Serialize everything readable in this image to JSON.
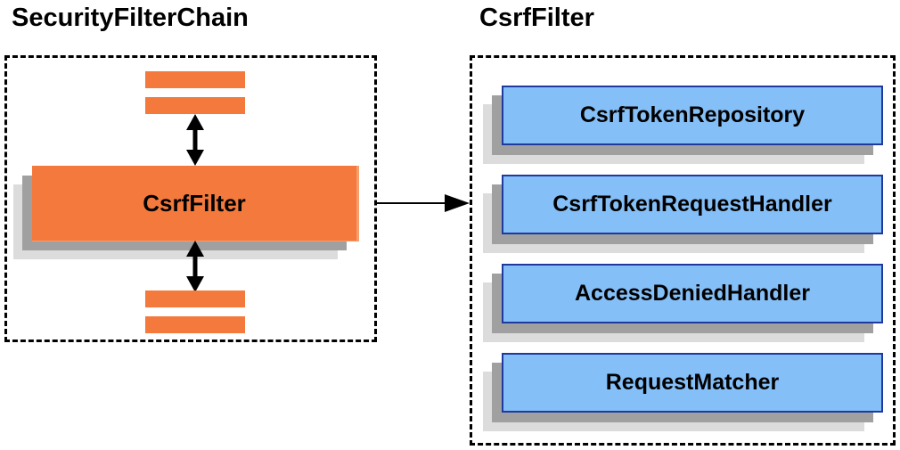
{
  "left_panel": {
    "title": "SecurityFilterChain",
    "filter_box_label": "CsrfFilter"
  },
  "right_panel": {
    "title": "CsrfFilter",
    "components": [
      {
        "label": "CsrfTokenRepository"
      },
      {
        "label": "CsrfTokenRequestHandler"
      },
      {
        "label": "AccessDeniedHandler"
      },
      {
        "label": "RequestMatcher"
      }
    ]
  },
  "icons": {
    "vertical_flow": "double-headed-arrow",
    "link": "right-arrow"
  },
  "colors": {
    "orange_fill": "#F4793C",
    "blue_fill": "#85BFF7",
    "blue_border": "#1F3A9E",
    "shadow_dark": "#A0A0A0",
    "shadow_light": "#DCDCDC",
    "line": "#000000",
    "background": "#FFFFFF"
  }
}
